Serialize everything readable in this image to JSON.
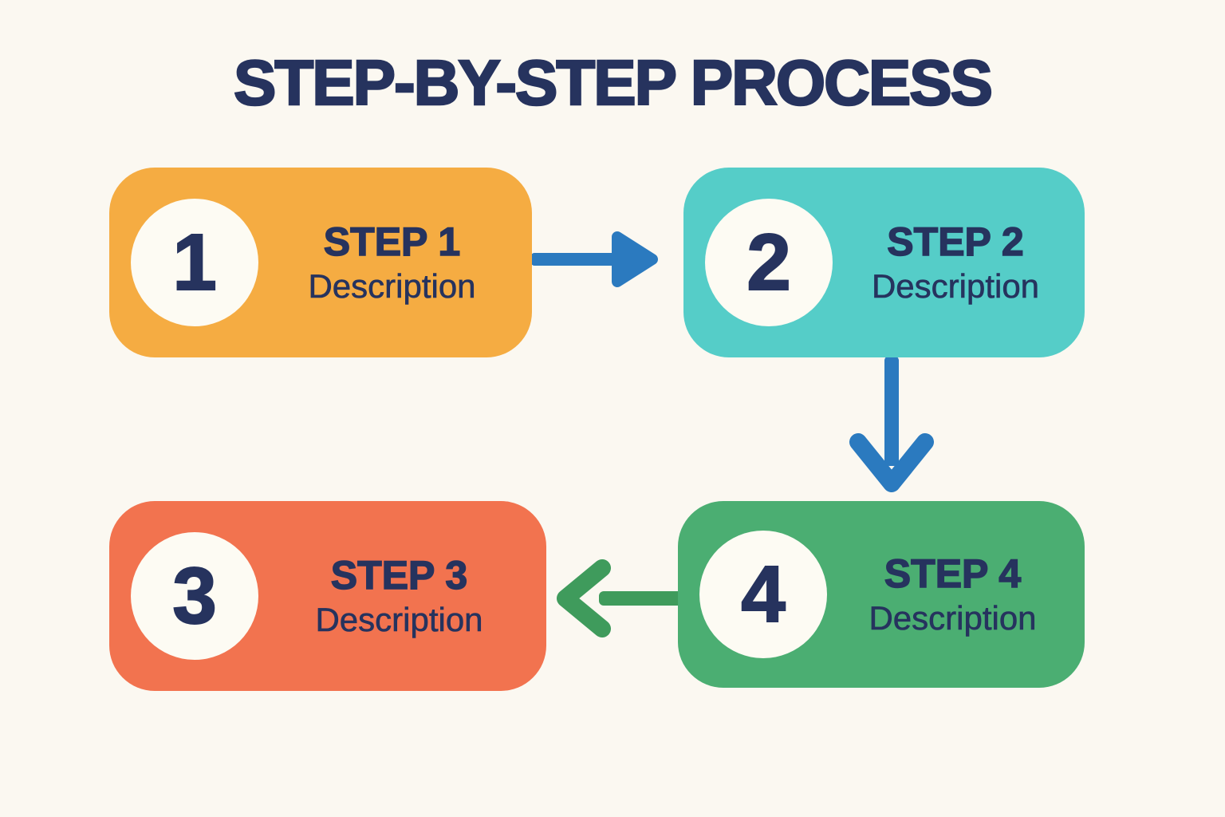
{
  "title": "STEP-BY-STEP PROCESS",
  "steps": [
    {
      "number": "1",
      "label": "STEP 1",
      "description": "Description",
      "color": "#F5AC42"
    },
    {
      "number": "2",
      "label": "STEP 2",
      "description": "Description",
      "color": "#55CDC8"
    },
    {
      "number": "3",
      "label": "STEP 3",
      "description": "Description",
      "color": "#F2734F"
    },
    {
      "number": "4",
      "label": "STEP 4",
      "description": "Description",
      "color": "#4BAE72"
    }
  ],
  "arrows": [
    {
      "name": "arrow-step1-to-step2",
      "direction": "right",
      "color": "#2B7ABF"
    },
    {
      "name": "arrow-step2-to-step4",
      "direction": "down",
      "color": "#2B7ABF"
    },
    {
      "name": "arrow-step4-to-step3",
      "direction": "left",
      "color": "#3F9B5C"
    }
  ],
  "colors": {
    "background": "#FBF8F1",
    "text_navy": "#26335E",
    "circle_fill": "#FDFBF3"
  }
}
